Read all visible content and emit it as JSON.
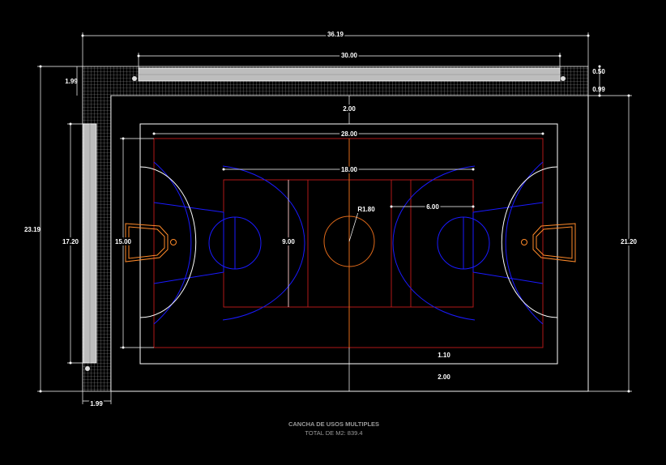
{
  "title": "CANCHA DE USOS MULTIPLES",
  "subtitle": "TOTAL DE M2: 839.4",
  "colors": {
    "background": "#000000",
    "dimension": "#ffffff",
    "court_line": "#ffffff",
    "basket_court": "#1a1aff",
    "futsal_court": "#c41a1a",
    "center_line": "#e06a1a",
    "hoop": "#ff8a2a",
    "title": "#9a9a9a"
  },
  "dimensions": {
    "total_width": "36.19",
    "stand_length": "30.00",
    "stand_depth": "1.99",
    "stand_gap_top": "0.50",
    "stand_gap_bottom": "0.99",
    "outer_margin_top": "2.00",
    "court_width": "28.00",
    "inner_width": "18.00",
    "center_radius": "R1.80",
    "three_point_offset": "6.00",
    "total_height": "23.19",
    "left_stand_height": "17.20",
    "left_court_height": "15.00",
    "center_height": "9.00",
    "total_court_height": "21.20",
    "bottom_margin_inner": "1.10",
    "bottom_margin_outer": "2.00",
    "left_stand_depth": "1.99"
  }
}
